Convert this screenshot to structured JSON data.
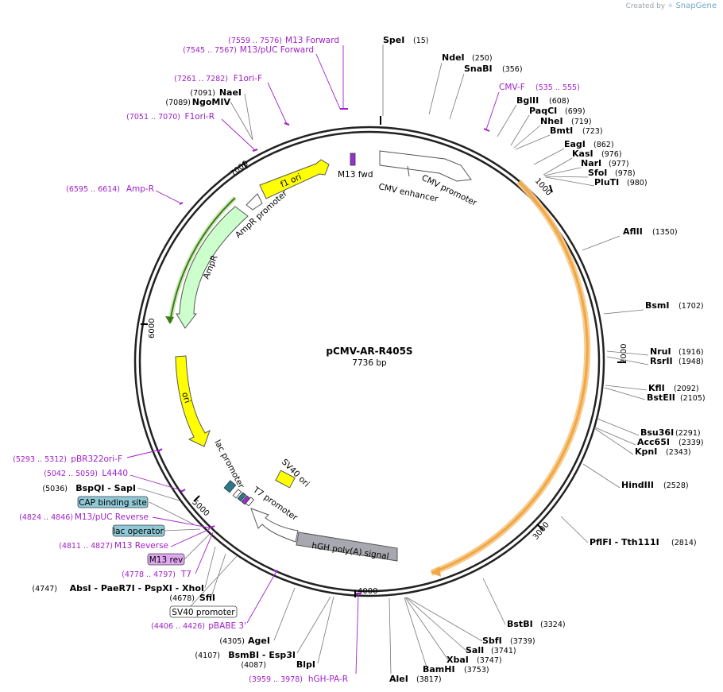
{
  "credit": {
    "prefix": "Created by",
    "brand": "SnapGene",
    "icon": "snapgene-logo-icon"
  },
  "plasmid": {
    "name": "pCMV-AR-R405S",
    "size_label": "7736 bp",
    "length": 7736
  },
  "ticks": [
    {
      "bp": 1000,
      "label": "1000"
    },
    {
      "bp": 2000,
      "label": "2000"
    },
    {
      "bp": 3000,
      "label": "3000"
    },
    {
      "bp": 4000,
      "label": "4000"
    },
    {
      "bp": 5000,
      "label": "5000"
    },
    {
      "bp": 6000,
      "label": "6000"
    },
    {
      "bp": 7000,
      "label": "7000"
    }
  ],
  "enzymes": [
    {
      "name": "SpeI",
      "pos": "(15)",
      "bp": 15
    },
    {
      "name": "NdeI",
      "pos": "(250)",
      "bp": 250
    },
    {
      "name": "SnaBI",
      "pos": "(356)",
      "bp": 356
    },
    {
      "name": "BglII",
      "pos": "(608)",
      "bp": 608
    },
    {
      "name": "PaqCI",
      "pos": "(699)",
      "bp": 699
    },
    {
      "name": "NheI",
      "pos": "(719)",
      "bp": 719
    },
    {
      "name": "BmtI",
      "pos": "(723)",
      "bp": 723
    },
    {
      "name": "EagI",
      "pos": "(862)",
      "bp": 862
    },
    {
      "name": "KasI",
      "pos": "(976)",
      "bp": 976
    },
    {
      "name": "NarI",
      "pos": "(977)",
      "bp": 977
    },
    {
      "name": "SfoI",
      "pos": "(978)",
      "bp": 978
    },
    {
      "name": "PluTI",
      "pos": "(980)",
      "bp": 980
    },
    {
      "name": "AflII",
      "pos": "(1350)",
      "bp": 1350
    },
    {
      "name": "BsmI",
      "pos": "(1702)",
      "bp": 1702
    },
    {
      "name": "NruI",
      "pos": "(1916)",
      "bp": 1916
    },
    {
      "name": "RsrII",
      "pos": "(1948)",
      "bp": 1948
    },
    {
      "name": "KflI",
      "pos": "(2092)",
      "bp": 2092
    },
    {
      "name": "BstEII",
      "pos": "(2105)",
      "bp": 2105
    },
    {
      "name": "Bsu36I",
      "pos": "(2291)",
      "bp": 2291
    },
    {
      "name": "Acc65I",
      "pos": "(2339)",
      "bp": 2339
    },
    {
      "name": "KpnI",
      "pos": "(2343)",
      "bp": 2343
    },
    {
      "name": "HindIII",
      "pos": "(2528)",
      "bp": 2528
    },
    {
      "name": "PflFI - Tth111I",
      "pos": "(2814)",
      "bp": 2814
    },
    {
      "name": "BstBI",
      "pos": "(3324)",
      "bp": 3324
    },
    {
      "name": "SbfI",
      "pos": "(3739)",
      "bp": 3739
    },
    {
      "name": "SalI",
      "pos": "(3741)",
      "bp": 3741
    },
    {
      "name": "XbaI",
      "pos": "(3747)",
      "bp": 3747
    },
    {
      "name": "BamHI",
      "pos": "(3753)",
      "bp": 3753
    },
    {
      "name": "AleI",
      "pos": "(3817)",
      "bp": 3817
    },
    {
      "name": "BlpI",
      "pos": "(4087)",
      "bp": 4087
    },
    {
      "name": "BsmBI - Esp3I",
      "pos": "(4107)",
      "bp": 4107
    },
    {
      "name": "AgeI",
      "pos": "(4305)",
      "bp": 4305
    },
    {
      "name": "SfiI",
      "pos": "(4678)",
      "bp": 4678
    },
    {
      "name": "AbsI - PaeR7I - PspXI - XhoI",
      "pos": "(4747)",
      "bp": 4747
    },
    {
      "name": "BspQI - SapI",
      "pos": "(5036)",
      "bp": 5036
    },
    {
      "name": "NgoMIV",
      "pos": "(7089)",
      "bp": 7089
    },
    {
      "name": "NaeI",
      "pos": "(7091)",
      "bp": 7091
    }
  ],
  "primers": [
    {
      "name": "M13 Forward",
      "pos": "(7559 .. 7576)",
      "bp": 7567
    },
    {
      "name": "M13/pUC Forward",
      "pos": "(7545 .. 7567)",
      "bp": 7556
    },
    {
      "name": "F1ori-F",
      "pos": "(7261 .. 7282)",
      "bp": 7271
    },
    {
      "name": "F1ori-R",
      "pos": "(7051 .. 7070)",
      "bp": 7060
    },
    {
      "name": "Amp-R",
      "pos": "(6595 .. 6614)",
      "bp": 6604
    },
    {
      "name": "CMV-F",
      "pos": "(535 .. 555)",
      "bp": 545
    },
    {
      "name": "pBR322ori-F",
      "pos": "(5293 .. 5312)",
      "bp": 5302
    },
    {
      "name": "L4440",
      "pos": "(5042 .. 5059)",
      "bp": 5050
    },
    {
      "name": "M13/pUC Reverse",
      "pos": "(4824 .. 4846)",
      "bp": 4835
    },
    {
      "name": "M13 Reverse",
      "pos": "(4811 .. 4827)",
      "bp": 4819
    },
    {
      "name": "T7",
      "pos": "(4778 .. 4797)",
      "bp": 4787
    },
    {
      "name": "pBABE 3'",
      "pos": "(4406 .. 4426)",
      "bp": 4416
    },
    {
      "name": "hGH-PA-R",
      "pos": "(3959 .. 3978)",
      "bp": 3968
    }
  ],
  "boxed_features": [
    {
      "name": "CAP binding site",
      "fill": "#8fc8d6"
    },
    {
      "name": "lac operator",
      "fill": "#8fc8d6"
    },
    {
      "name": "M13 rev",
      "fill": "#e0a8f0"
    },
    {
      "name": "SV40 promoter",
      "fill": "#ffffff"
    }
  ],
  "features": [
    {
      "name": "CMV enhancer",
      "color": "#ffffff"
    },
    {
      "name": "CMV promoter",
      "color": "#ffffff"
    },
    {
      "name": "M13 fwd",
      "color": "#9b2fd6"
    },
    {
      "name": "f1 ori",
      "color": "#ffff00"
    },
    {
      "name": "AmpR promoter",
      "color": "#ffffff"
    },
    {
      "name": "AmpR",
      "color": "#ccffcc"
    },
    {
      "name": "ori",
      "color": "#ffff00"
    },
    {
      "name": "lac promoter",
      "color": "#ffffff"
    },
    {
      "name": "T7 promoter",
      "color": "#ffffff"
    },
    {
      "name": "SV40 ori",
      "color": "#ffff00"
    },
    {
      "name": "hGH poly(A) signal",
      "color": "#a8a8b0"
    }
  ],
  "colors": {
    "orf": "#f4a640",
    "primer": "#a020c8",
    "amp": "#3b7a1a"
  }
}
